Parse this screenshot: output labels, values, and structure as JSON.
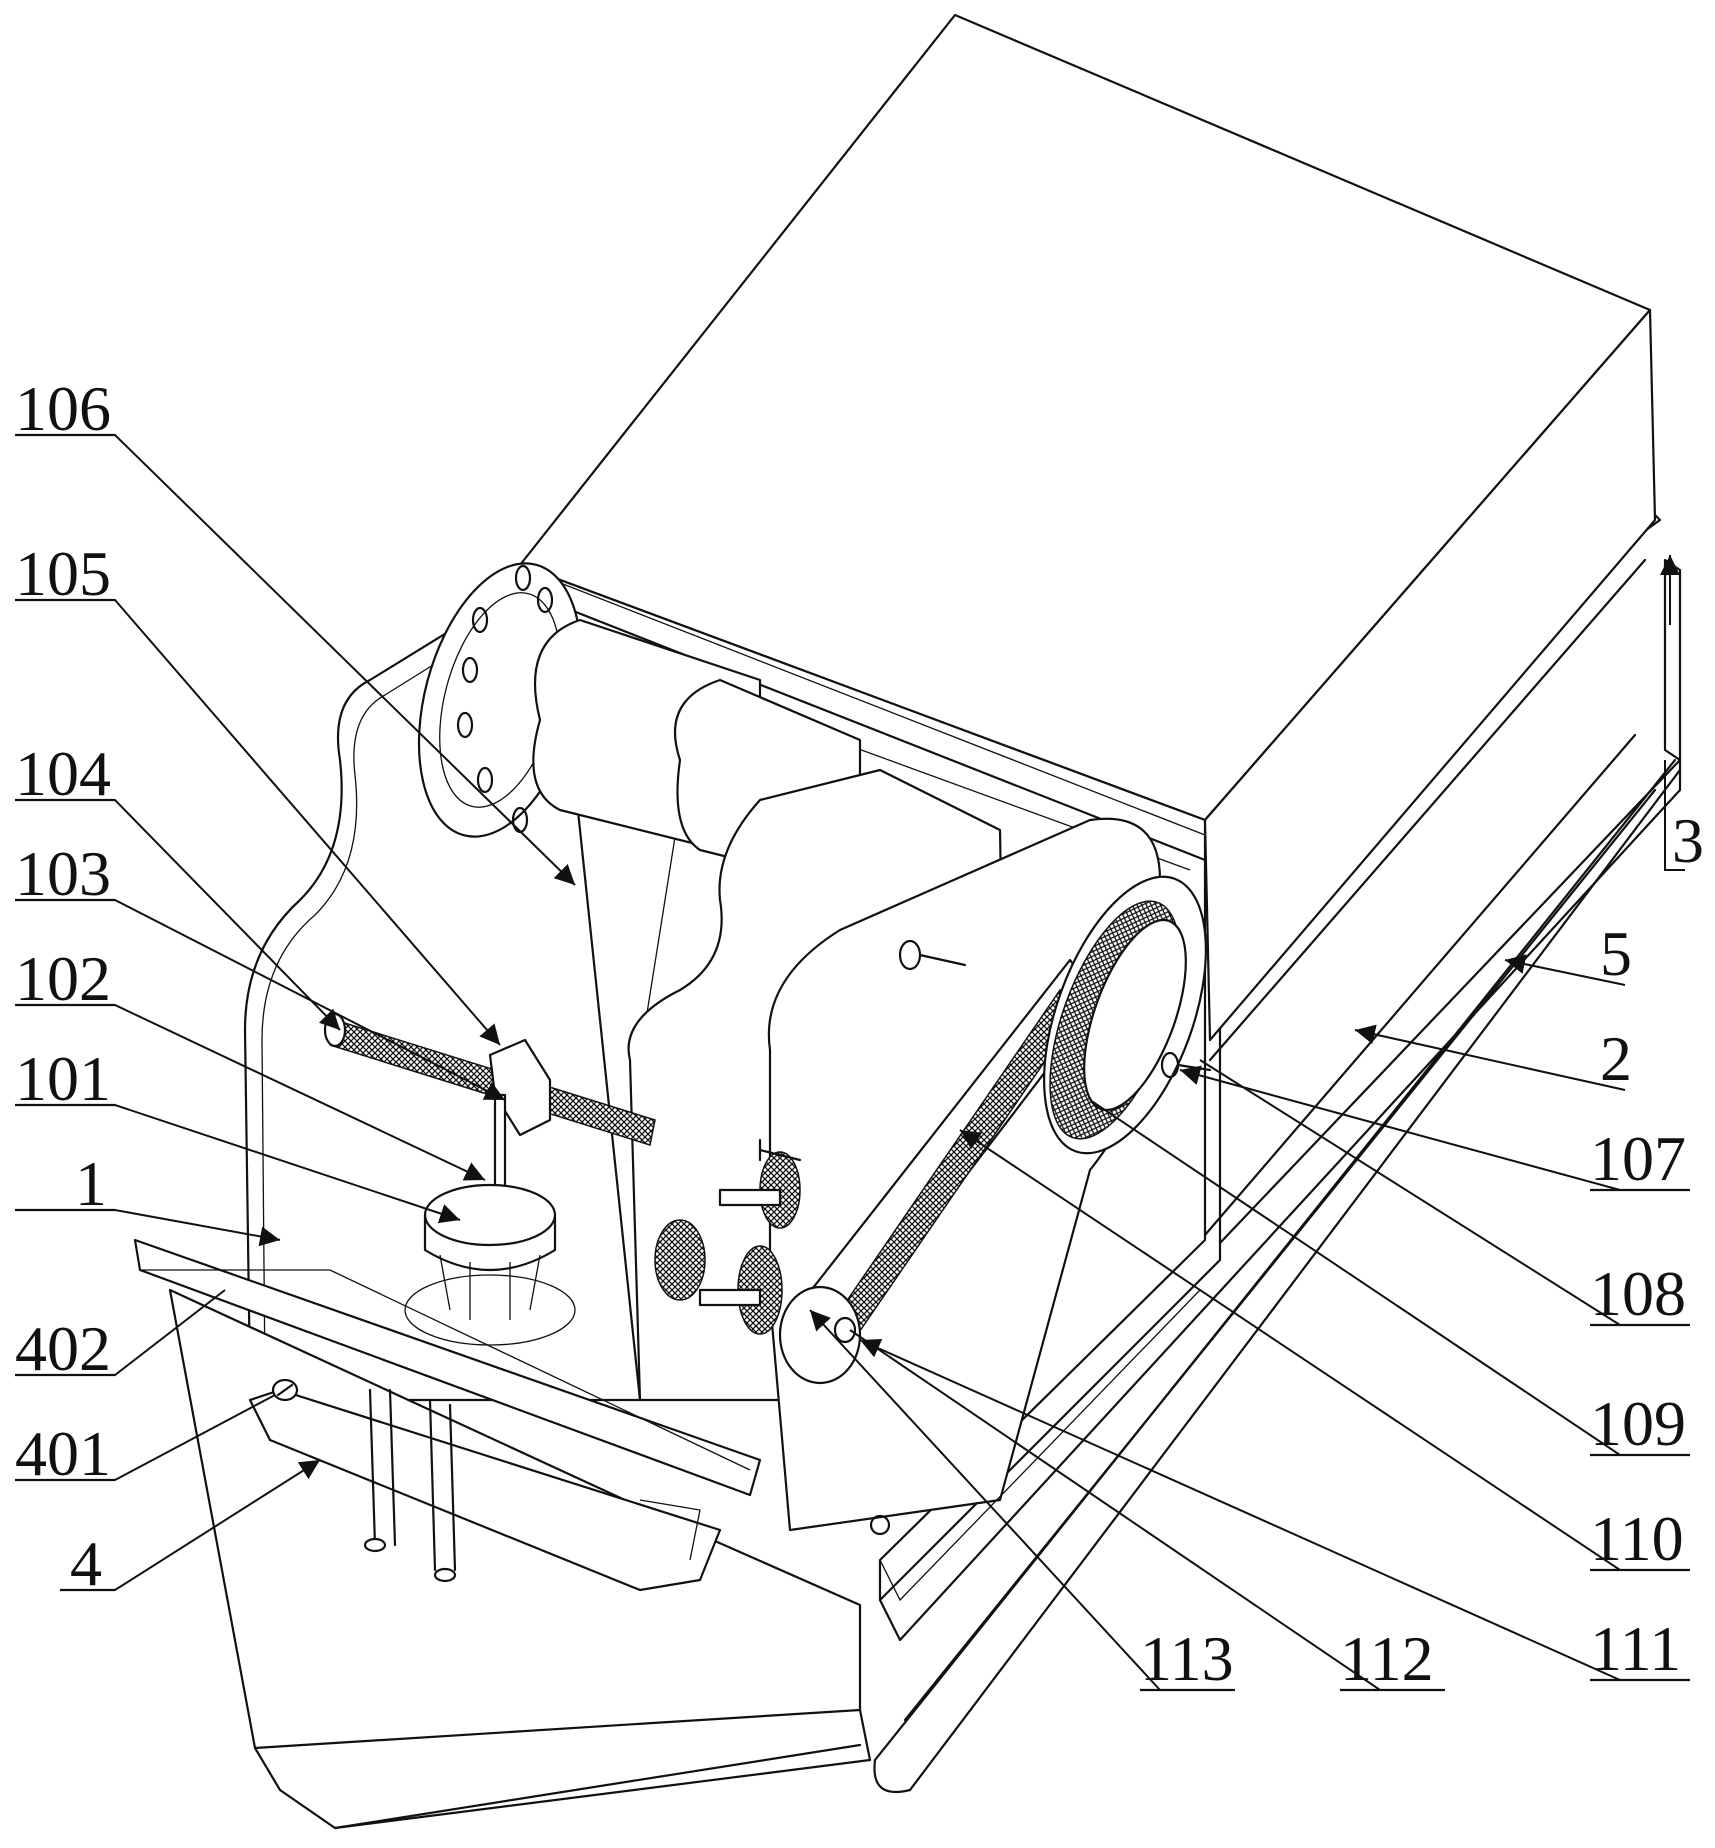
{
  "figure": {
    "labels_left": [
      "106",
      "105",
      "104",
      "103",
      "102",
      "101",
      "1",
      "402",
      "401",
      "4"
    ],
    "labels_right": [
      "3",
      "5",
      "2",
      "107",
      "108",
      "109",
      "110",
      "111",
      "112",
      "113"
    ]
  },
  "colors": {
    "line": "#111111",
    "background": "#ffffff"
  }
}
